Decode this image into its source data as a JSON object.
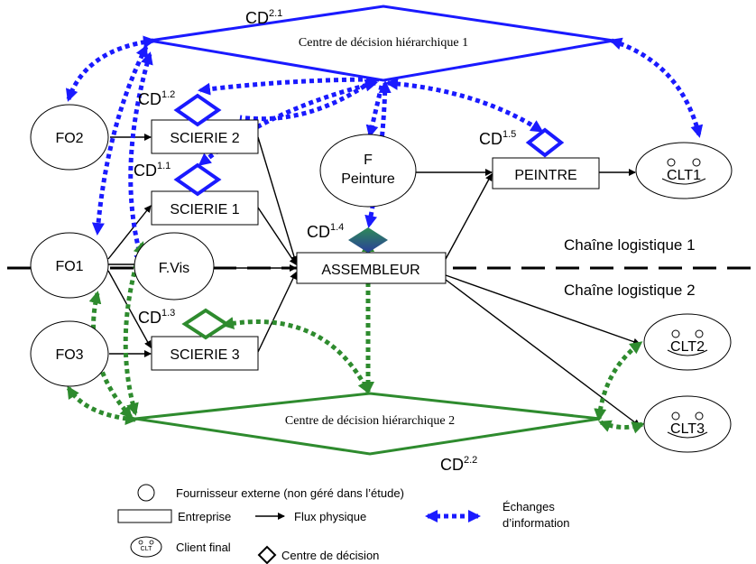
{
  "hierarchical_centers": {
    "top": {
      "code": "CD",
      "sup": "2.1",
      "label": "Centre de décision hiérarchique 1"
    },
    "bottom": {
      "code": "CD",
      "sup": "2.2",
      "label": "Centre de décision hiérarchique 2"
    }
  },
  "suppliers": {
    "fo1": "FO1",
    "fo2": "FO2",
    "fo3": "FO3"
  },
  "internal_suppliers": {
    "peinture_line1": "F",
    "peinture_line2": "Peinture",
    "vis": "F.Vis"
  },
  "enterprises": {
    "scierie1": "SCIERIE 1",
    "scierie2": "SCIERIE 2",
    "scierie3": "SCIERIE 3",
    "assembleur": "ASSEMBLEUR",
    "peintre": "PEINTRE"
  },
  "decision_centers": {
    "cd12": {
      "code": "CD",
      "sup": "1.2"
    },
    "cd11": {
      "code": "CD",
      "sup": "1.1"
    },
    "cd13": {
      "code": "CD",
      "sup": "1.3"
    },
    "cd14": {
      "code": "CD",
      "sup": "1.4"
    },
    "cd15": {
      "code": "CD",
      "sup": "1.5"
    }
  },
  "clients": {
    "clt1": "CLT1",
    "clt2": "CLT2",
    "clt3": "CLT3"
  },
  "chains": {
    "chain1": "Chaîne logistique 1",
    "chain2": "Chaîne logistique 2"
  },
  "legend": {
    "supplier": "Fournisseur externe (non géré dans l’étude)",
    "enterprise": "Entreprise",
    "physical_flow": "Flux physique",
    "info_exchange_line1": "Échanges",
    "info_exchange_line2": "d’information",
    "client": "Client final",
    "client_icon_text": "CLT",
    "decision_center": "Centre de décision"
  },
  "colors": {
    "chain1_info": "#1a1aff",
    "chain2_info": "#2e8b2e",
    "cd14_fill_top": "#2e8b57",
    "cd14_fill_bottom": "#2a3f9a"
  }
}
